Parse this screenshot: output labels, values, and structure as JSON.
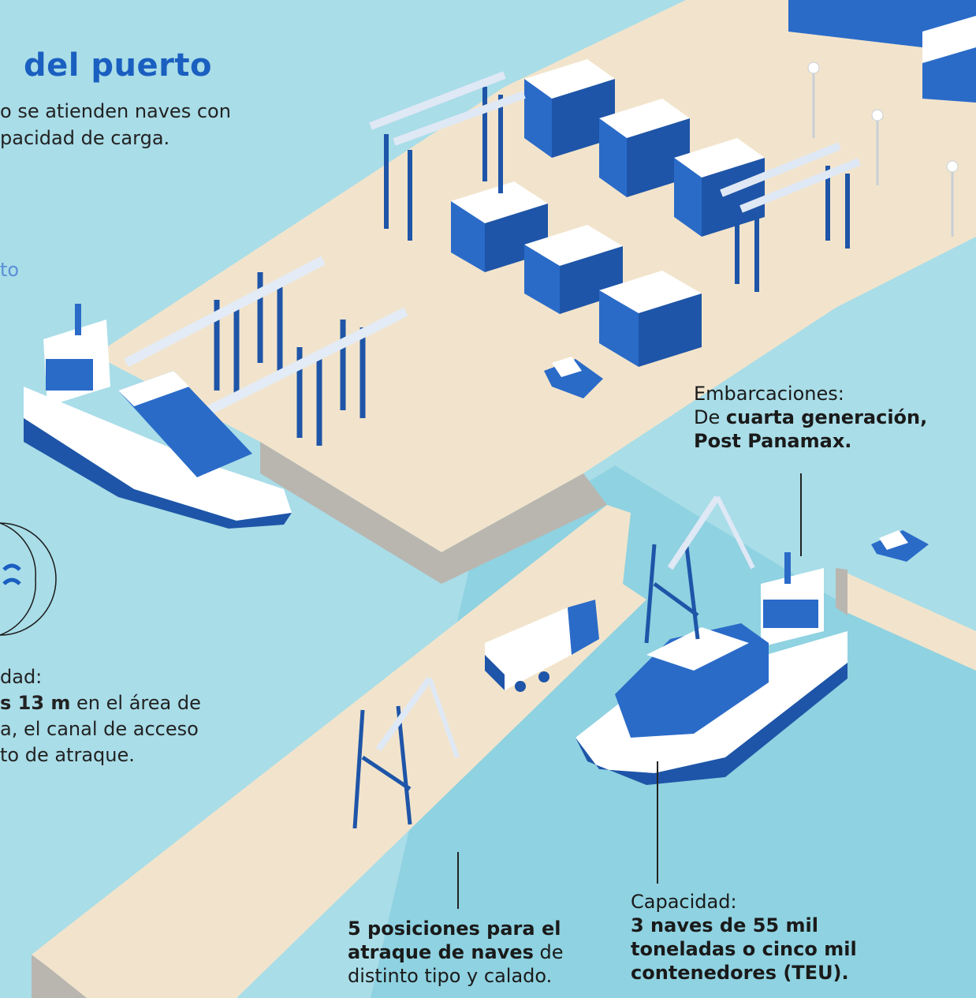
{
  "header": {
    "title": "del puerto",
    "intro": "o se atienden naves con\npacidad de carga.",
    "fragment": "to"
  },
  "depth": {
    "label": "dad:",
    "value_bold": "s 13 m",
    "value_rest": " en el área de",
    "line2": "a, el canal de acceso",
    "line3": "to de atraque."
  },
  "annotations": {
    "embarcaciones": {
      "label": "Embarcaciones:",
      "prefix": "De ",
      "bold1": "cuarta generación,",
      "bold2": "Post Panamax."
    },
    "capacidad": {
      "label": "Capacidad:",
      "bold1": "3 naves de 55 mil",
      "bold2": "toneladas o cinco mil",
      "bold3": "contenedores (TEU)."
    },
    "posiciones": {
      "bold1": "5 posiciones para el",
      "bold2": "atraque de naves",
      "rest1": " de",
      "rest2": "distinto tipo y calado."
    }
  },
  "colors": {
    "water": "#a9dde8",
    "water_deep": "#7fcbdb",
    "pier": "#f2e4cc",
    "pier_side": "#b9b6b0",
    "container": "#2a6bc8",
    "container_light": "#ffffff",
    "accent_blue": "#1a5fc0"
  }
}
